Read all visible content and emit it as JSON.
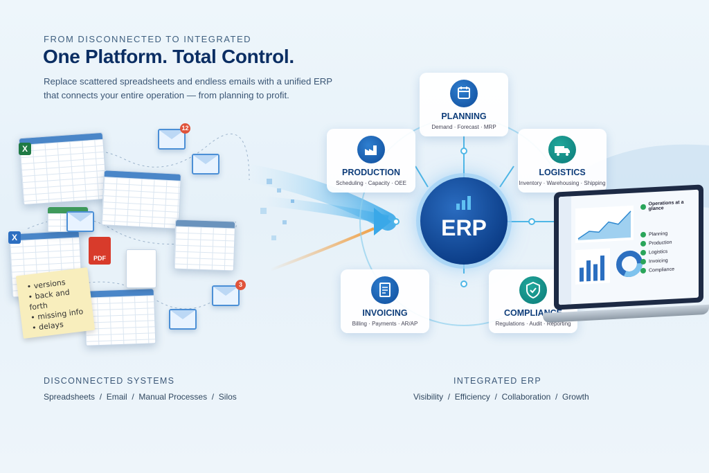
{
  "header": {
    "eyebrow": "FROM DISCONNECTED TO INTEGRATED",
    "title": "One Platform. Total Control.",
    "subtitle": "Replace scattered spreadsheets and endless emails with a unified ERP that connects your entire operation — from planning to profit."
  },
  "left_scene": {
    "excel_badge": "X",
    "pdf_label": "PDF",
    "mail_badges": [
      "12",
      "3"
    ],
    "sticky_note": [
      "• versions",
      "• back and forth",
      "• missing info",
      "• delays"
    ]
  },
  "hub": {
    "center_label": "ERP",
    "modules": [
      {
        "name": "PLANNING",
        "sub": "Demand · Forecast · MRP",
        "icon": "calendar-icon"
      },
      {
        "name": "PRODUCTION",
        "sub": "Scheduling · Capacity · OEE",
        "icon": "factory-icon"
      },
      {
        "name": "LOGISTICS",
        "sub": "Inventory · Warehousing · Shipping",
        "icon": "truck-icon"
      },
      {
        "name": "INVOICING",
        "sub": "Billing · Payments · AR/AP",
        "icon": "document-icon"
      },
      {
        "name": "COMPLIANCE",
        "sub": "Regulations · Audit · Reporting",
        "icon": "shield-check-icon"
      }
    ]
  },
  "laptop": {
    "panel_title": "Operations at a glance",
    "checklist": [
      "Planning",
      "Production",
      "Logistics",
      "Invoicing",
      "Compliance"
    ]
  },
  "footer": {
    "left_heading": "DISCONNECTED SYSTEMS",
    "left_items": "Spreadsheets  /  Email  /  Manual Processes  /  Silos",
    "right_heading": "INTEGRATED ERP",
    "right_items": "Visibility  /  Efficiency  /  Collaboration  /  Growth"
  },
  "colors": {
    "brand_navy": "#0b2e63",
    "accent_blue": "#1f6fc4",
    "accent_teal": "#13908a",
    "arrow_orange": "#f0a24a"
  }
}
